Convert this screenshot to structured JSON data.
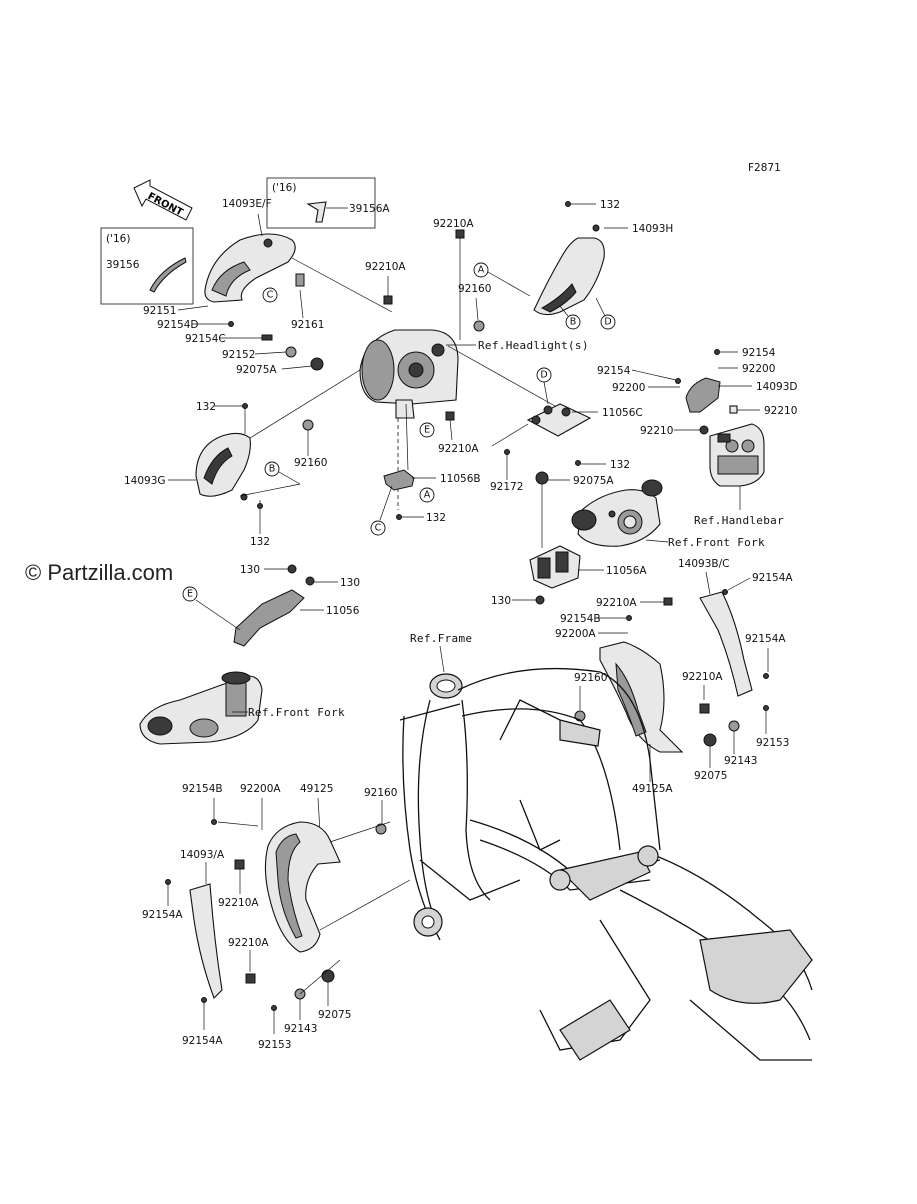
{
  "diagram": {
    "code": "F2871",
    "watermark": "© Partzilla.com",
    "front_label": "FRONT",
    "year_note": "('16)",
    "part_numbers": {
      "p14093EF": "14093E/F",
      "p39156": "39156",
      "p39156A": "39156A",
      "p92151": "92151",
      "p92154D": "92154D",
      "p92154C": "92154C",
      "p92152": "92152",
      "p92075A_1": "92075A",
      "p92161": "92161",
      "p92210A_1": "92210A",
      "p92210A_2": "92210A",
      "p92160_1": "92160",
      "p132_1": "132",
      "p14093H": "14093H",
      "p132_2": "132",
      "p14093G": "14093G",
      "p92160_2": "92160",
      "p132_3": "132",
      "p92210A_3": "92210A",
      "p11056B": "11056B",
      "p132_4": "132",
      "p92172": "92172",
      "p132_5": "132",
      "p11056C": "11056C",
      "p92075A_2": "92075A",
      "p92154_1": "92154",
      "p92200_1": "92200",
      "p92154_2": "92154",
      "p92200_2": "92200",
      "p14093D": "14093D",
      "p92210_1": "92210",
      "p92210_2": "92210",
      "p11056A": "11056A",
      "p130_1": "130",
      "p130_2": "130",
      "p130_3": "130",
      "p11056": "11056",
      "p14093BC": "14093B/C",
      "p92154A_1": "92154A",
      "p92210A_4": "92210A",
      "p92154B_1": "92154B",
      "p92200A_1": "92200A",
      "p92154A_2": "92154A",
      "p92160_3": "92160",
      "p92210A_5": "92210A",
      "p92143_1": "92143",
      "p92153_1": "92153",
      "p92075": "92075",
      "p49125A": "49125A",
      "p92154B_2": "92154B",
      "p92200A_2": "92200A",
      "p49125": "49125",
      "p92160_4": "92160",
      "p14093A": "14093/A",
      "p92210A_6": "92210A",
      "p92154A_3": "92154A",
      "p92210A_7": "92210A",
      "p92075_2": "92075",
      "p92143_2": "92143",
      "p92153_2": "92153",
      "p92154A_4": "92154A"
    },
    "references": {
      "headlight": "Ref.Headlight(s)",
      "handlebar": "Ref.Handlebar",
      "front_fork_1": "Ref.Front Fork",
      "front_fork_2": "Ref.Front Fork",
      "frame": "Ref.Frame"
    },
    "callouts": {
      "A1": "A",
      "A2": "A",
      "B1": "B",
      "B2": "B",
      "C1": "C",
      "C2": "C",
      "D1": "D",
      "D2": "D",
      "E1": "E",
      "E2": "E"
    }
  }
}
